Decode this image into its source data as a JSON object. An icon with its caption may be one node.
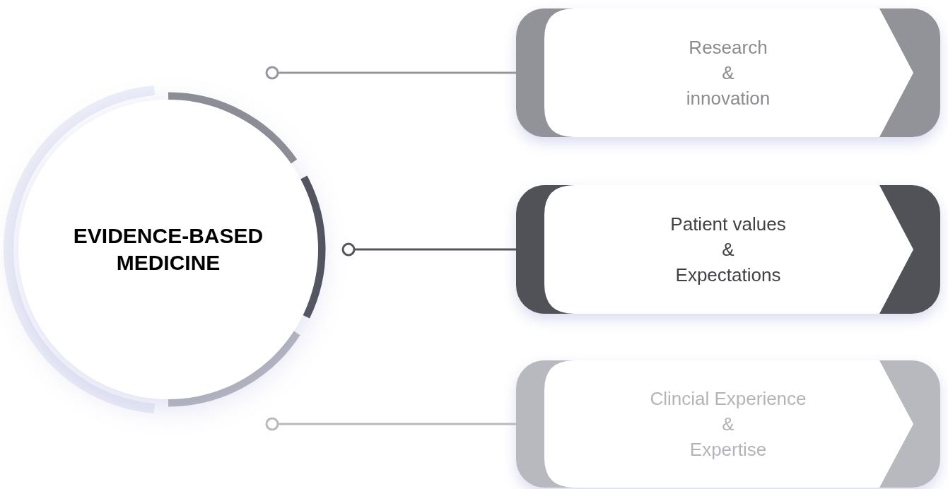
{
  "diagram": {
    "nodes": [
      {
        "text": [
          "EVIDENCE-BASED MEDICINE"
        ]
      },
      {
        "text": [
          "Research",
          "&",
          "innovation"
        ]
      },
      {
        "text": [
          "Patient values",
          "&",
          "Expectations"
        ]
      },
      {
        "text": [
          "Clincial Experience",
          "&",
          "Expertise"
        ]
      }
    ],
    "edges": [
      {
        "from": 0,
        "to": 1,
        "arrow": "other",
        "color": "#96979c"
      },
      {
        "from": 0,
        "to": 2,
        "arrow": "other",
        "color": "#55565b"
      },
      {
        "from": 0,
        "to": 3,
        "arrow": "other",
        "color": "#b9babe"
      }
    ]
  }
}
